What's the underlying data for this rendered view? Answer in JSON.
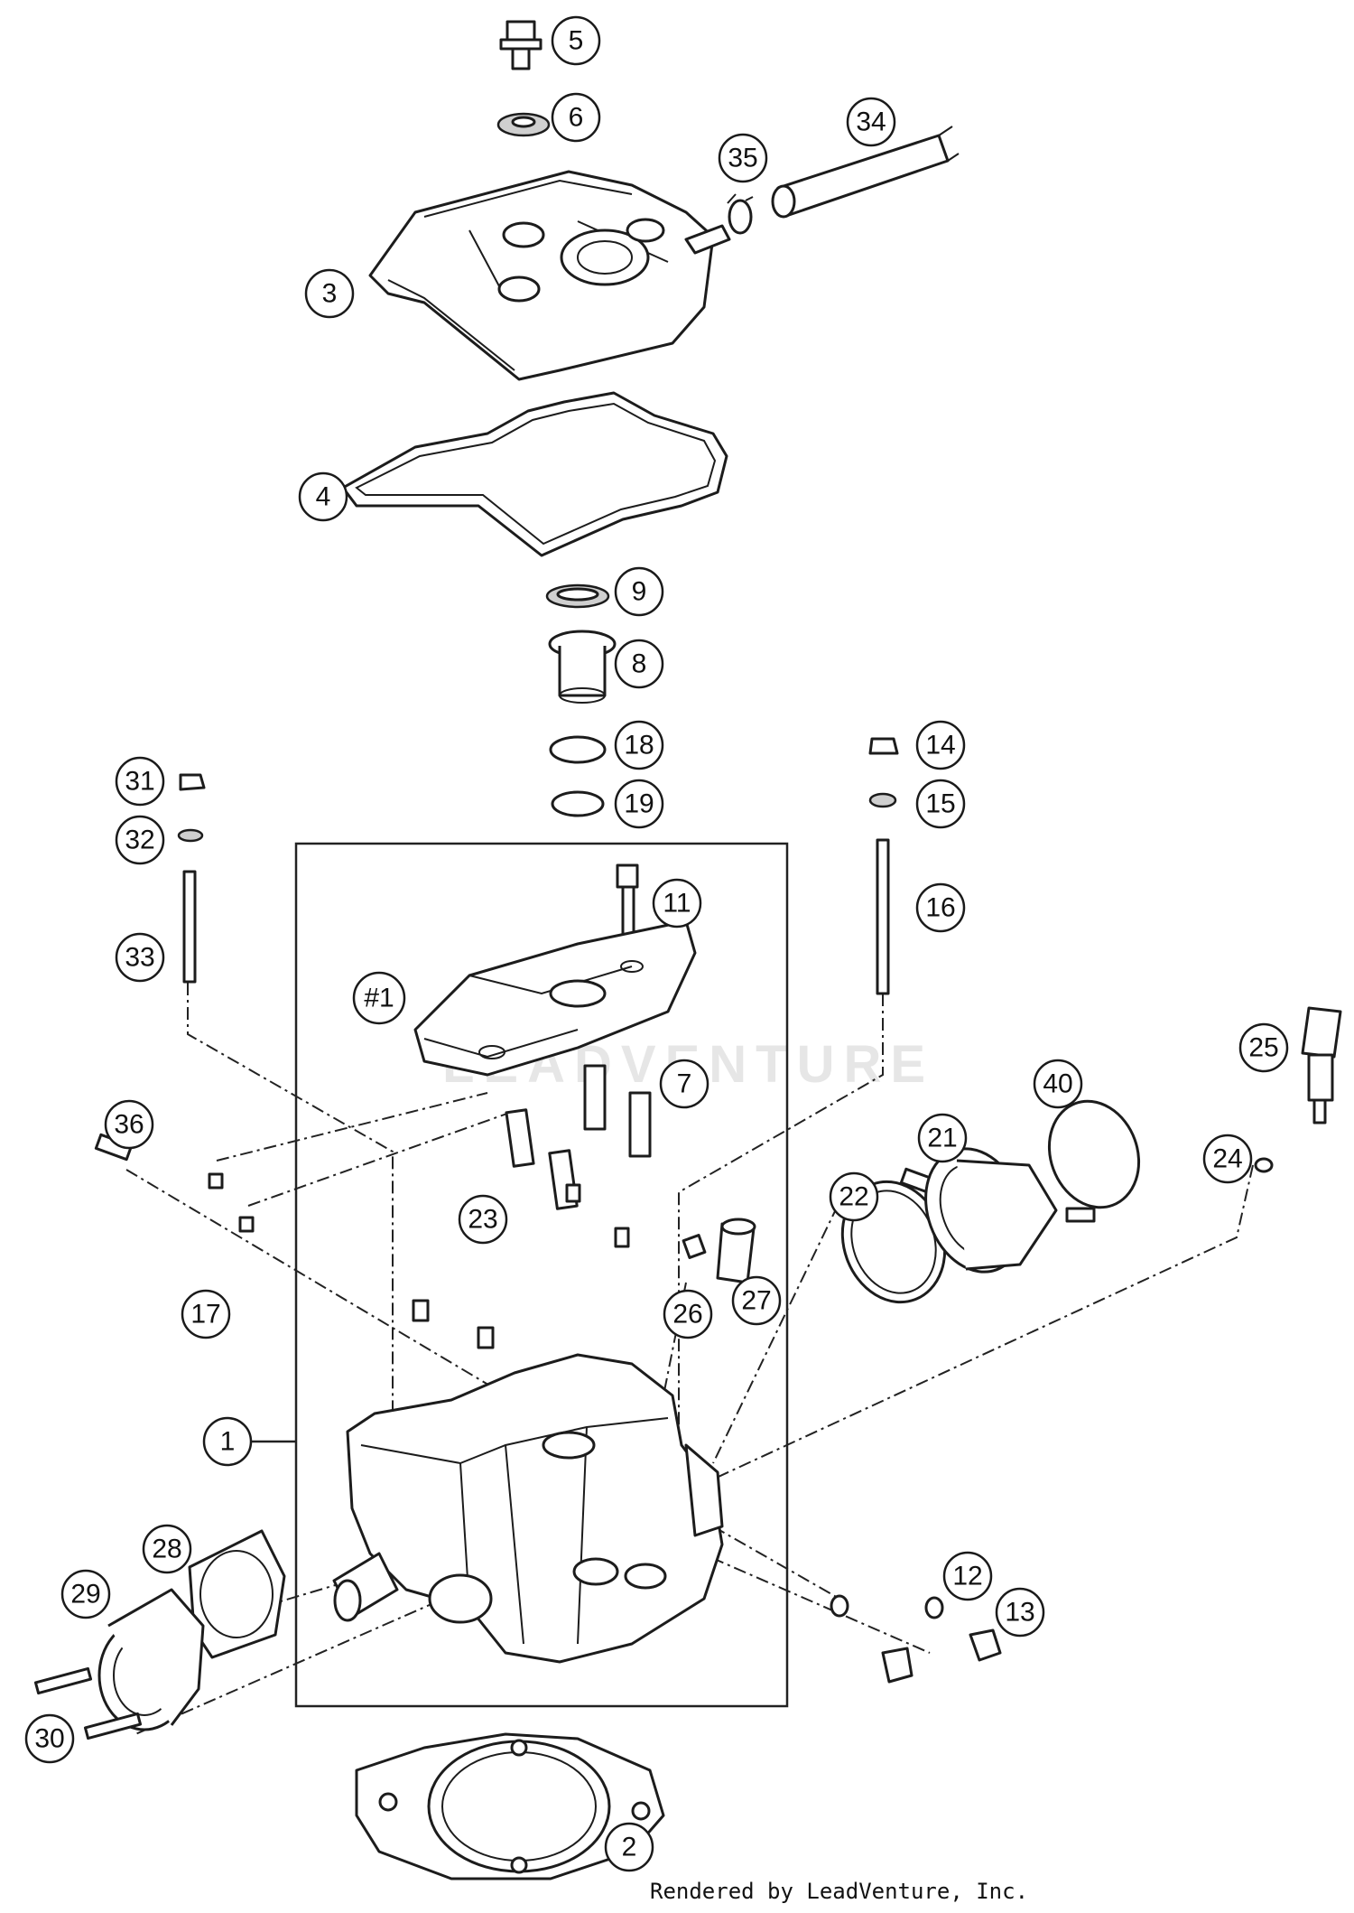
{
  "watermark": "LEADVENTURE",
  "footer": "Rendered by LeadVenture, Inc.",
  "callouts": [
    {
      "id": "c1",
      "label": "1"
    },
    {
      "id": "c2",
      "label": "2"
    },
    {
      "id": "c3",
      "label": "3"
    },
    {
      "id": "c4",
      "label": "4"
    },
    {
      "id": "c5",
      "label": "5"
    },
    {
      "id": "c6",
      "label": "6"
    },
    {
      "id": "c7",
      "label": "7"
    },
    {
      "id": "c8",
      "label": "8"
    },
    {
      "id": "c9",
      "label": "9"
    },
    {
      "id": "c11",
      "label": "11"
    },
    {
      "id": "c12",
      "label": "12"
    },
    {
      "id": "c13",
      "label": "13"
    },
    {
      "id": "c14",
      "label": "14"
    },
    {
      "id": "c15",
      "label": "15"
    },
    {
      "id": "c16",
      "label": "16"
    },
    {
      "id": "c17",
      "label": "17"
    },
    {
      "id": "c18",
      "label": "18"
    },
    {
      "id": "c19",
      "label": "19"
    },
    {
      "id": "c21",
      "label": "21"
    },
    {
      "id": "c22",
      "label": "22"
    },
    {
      "id": "c23",
      "label": "23"
    },
    {
      "id": "c24",
      "label": "24"
    },
    {
      "id": "c25",
      "label": "25"
    },
    {
      "id": "c26",
      "label": "26"
    },
    {
      "id": "c27",
      "label": "27"
    },
    {
      "id": "c28",
      "label": "28"
    },
    {
      "id": "c29",
      "label": "29"
    },
    {
      "id": "c30",
      "label": "30"
    },
    {
      "id": "c31",
      "label": "31"
    },
    {
      "id": "c32",
      "label": "32"
    },
    {
      "id": "c33",
      "label": "33"
    },
    {
      "id": "c34",
      "label": "34"
    },
    {
      "id": "c35",
      "label": "35"
    },
    {
      "id": "c36",
      "label": "36"
    },
    {
      "id": "c40",
      "label": "40"
    },
    {
      "id": "cH1",
      "label": "#1"
    }
  ]
}
